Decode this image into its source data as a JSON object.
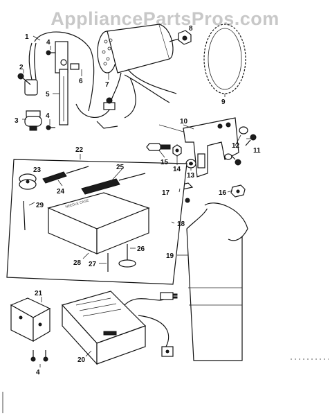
{
  "watermark": "AppliancePartsPros.com",
  "callouts": [
    "1",
    "2",
    "3",
    "4",
    "4",
    "4",
    "5",
    "6",
    "7",
    "8",
    "9",
    "10",
    "11",
    "12",
    "13",
    "14",
    "15",
    "16",
    "17",
    "18",
    "19",
    "20",
    "21",
    "22",
    "23",
    "24",
    "25",
    "26",
    "27",
    "28",
    "29"
  ],
  "box_labels": {
    "needle_case": "NEEDLE CASE"
  }
}
